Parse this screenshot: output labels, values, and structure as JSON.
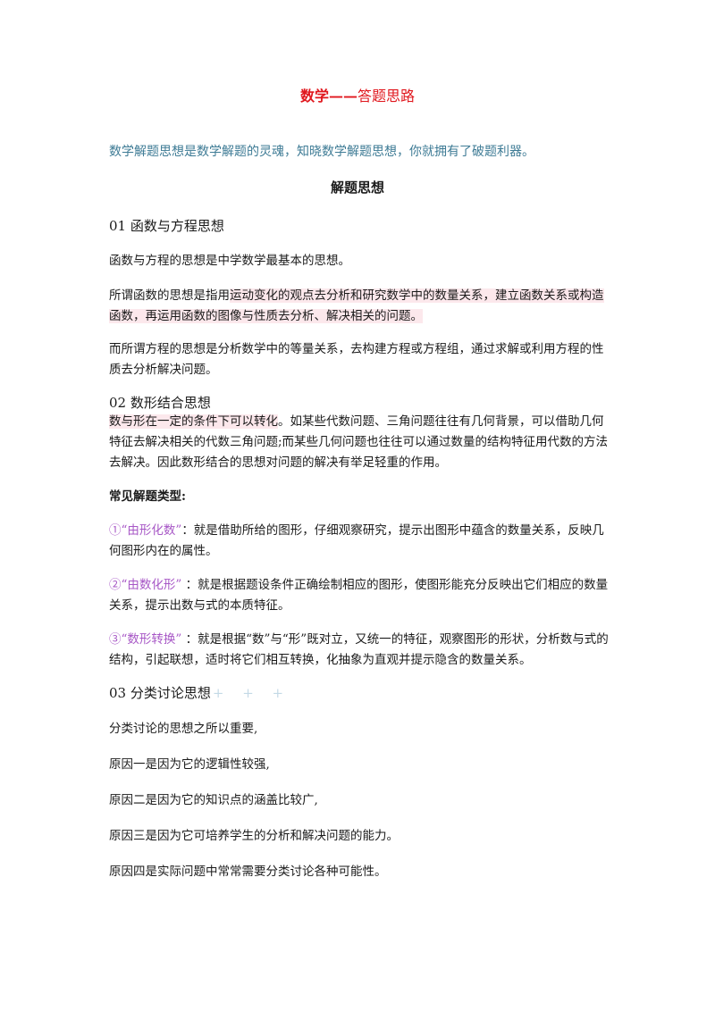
{
  "title": {
    "bold": "数学——",
    "light": "答题思路"
  },
  "intro": "数学解题思想是数学解题的灵魂，知晓数学解题思想，你就拥有了破题利器。",
  "section_title": "解题思想",
  "s1": {
    "heading": "01 函数与方程思想",
    "p1": "函数与方程的思想是中学数学最基本的思想。",
    "p2_a": "所谓函数的思想是指用",
    "p2_b": "运动变化的观点去分析和研究数学中的数量关系，建立函数关系或构造函数，再运用函数的图像与性质去分析、解决相关的问题。",
    "p3": "而所谓方程的思想是分析数学中的等量关系，去构建方程或方程组，通过求解或利用方程的性质去分析解决问题。"
  },
  "s2": {
    "heading": "02 数形结合思想",
    "p1_a": "数与形在一定的条件下可以转化",
    "p1_b": "。如某些代数问题、三角问题往往有几何背景，可以借助几何特征去解决相关的代数三角问题;而某些几何问题也往往可以通过数量的结构特征用代数的方法去解决。因此数形结合的思想对问题的解决有举足轻重的作用。",
    "types_heading": "常见解题类型:",
    "t1_a": "①“由形化数”",
    "t1_b": "：就是借助所给的图形，仔细观察研究，提示出图形中蕴含的数量关系，反映几何图形内在的属性。",
    "t2_a": "②“由数化形”",
    "t2_b": " ：就是根据题设条件正确绘制相应的图形，使图形能充分反映出它们相应的数量关系，提示出数与式的本质特征。",
    "t3_a": "③“数形转换”",
    "t3_b": " ：就是根据“数”与“形”既对立，又统一的特征，观察图形的形状，分析数与式的结构，引起联想，适时将它们相互转换，化抽象为直观并提示隐含的数量关系。"
  },
  "s3": {
    "heading": "03 分类讨论思想",
    "decor": "+ + +",
    "p1": "分类讨论的思想之所以重要,",
    "p2": "原因一是因为它的逻辑性较强,",
    "p3": "原因二是因为它的知识点的涵盖比较广,",
    "p4": "原因三是因为它可培养学生的分析和解决问题的能力。",
    "p5": "原因四是实际问题中常常需要分类讨论各种可能性。"
  }
}
